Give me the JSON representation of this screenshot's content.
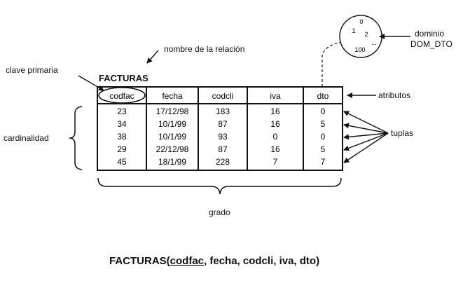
{
  "relation_name": "FACTURAS",
  "columns": [
    "codfac",
    "fecha",
    "codcli",
    "iva",
    "dto"
  ],
  "rows": [
    [
      "23",
      "17/12/98",
      "183",
      "16",
      "0"
    ],
    [
      "34",
      "10/1/99",
      "87",
      "16",
      "5"
    ],
    [
      "38",
      "10/1/99",
      "93",
      "0",
      "0"
    ],
    [
      "29",
      "22/12/98",
      "87",
      "16",
      "5"
    ],
    [
      "45",
      "18/1/99",
      "228",
      "7",
      "7"
    ]
  ],
  "annotations": {
    "nombre": "nombre de la relación",
    "clave": "clave primaria",
    "atributos": "atributos",
    "cardinalidad": "cardinalidad",
    "tuplas": "tuplas",
    "grado": "grado",
    "dominio": "dominio",
    "dominio_name": "DOM_DTO"
  },
  "domain_values": [
    "0",
    "1",
    "2",
    "100",
    "..."
  ],
  "formula": {
    "prefix": "FACTURAS(",
    "key": "codfac",
    "rest": ", fecha, codcli, iva, dto)"
  }
}
